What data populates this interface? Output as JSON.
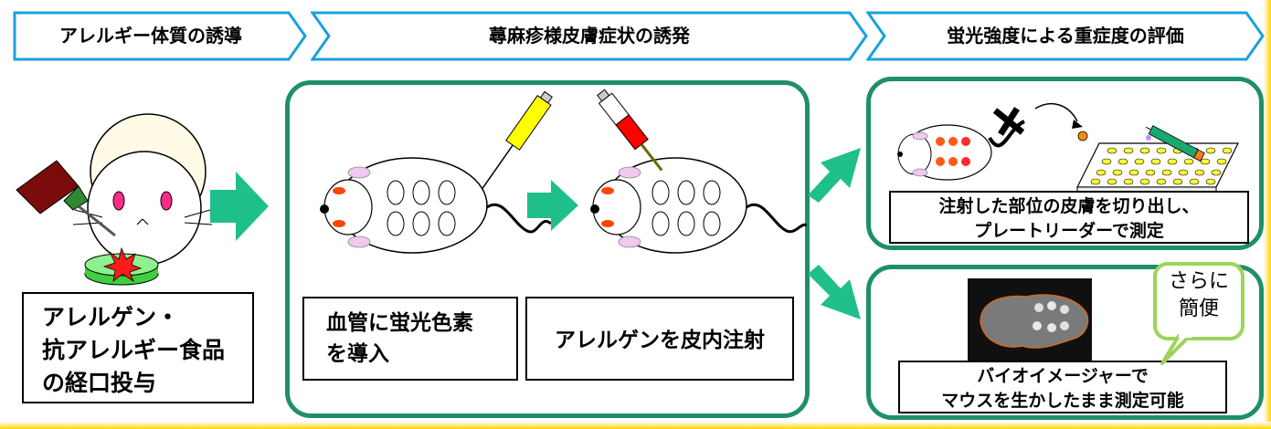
{
  "steps": [
    {
      "title": "アレルギー体質の誘導"
    },
    {
      "title": "蕁麻疹様皮膚症状の誘発"
    },
    {
      "title": "蛍光強度による重症度の評価"
    }
  ],
  "step1": {
    "caption_line1": "アレルゲン・",
    "caption_line2": "抗アレルギー食品",
    "caption_line3": "の経口投与"
  },
  "step2": {
    "caption_left_line1": "血管に蛍光色素",
    "caption_left_line2": "を導入",
    "caption_right": "アレルゲンを皮内注射"
  },
  "step3": {
    "method1_line1": "注射した部位の皮膚を切り出し、",
    "method1_line2": "プレートリーダーで測定",
    "method2_line1": "バイオイメージャーで",
    "method2_line2": "マウスを生かしたまま測定可能",
    "callout_line1": "さらに",
    "callout_line2": "簡便"
  },
  "colors": {
    "chevron_border": "#1aa0e0",
    "panel_border": "#1f8f6a",
    "arrow": "#1fbf8c",
    "syringe_yellow": "#ffff00",
    "syringe_red": "#ff0000",
    "callout_border": "#9ed35a"
  }
}
